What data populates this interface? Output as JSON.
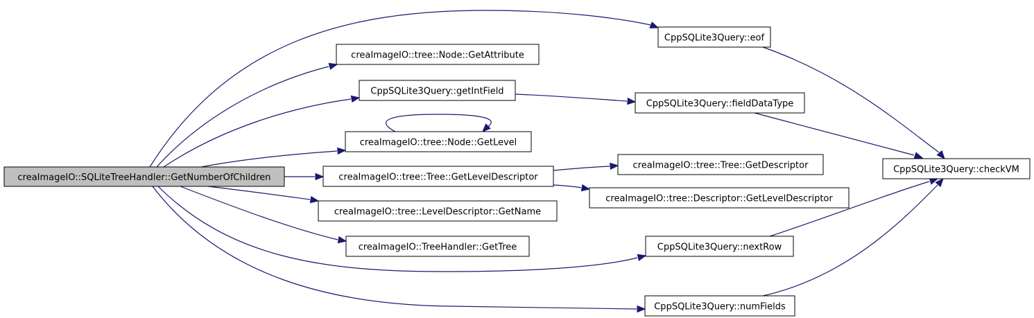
{
  "diagram": {
    "nodes": [
      {
        "id": "root",
        "label": "creaImageIO::SQLiteTreeHandler::GetNumberOfChildren",
        "highlight": true
      },
      {
        "id": "eof",
        "label": "CppSQLite3Query::eof"
      },
      {
        "id": "getAttribute",
        "label": "creaImageIO::tree::Node::GetAttribute"
      },
      {
        "id": "getIntField",
        "label": "CppSQLite3Query::getIntField"
      },
      {
        "id": "getLevel",
        "label": "creaImageIO::tree::Node::GetLevel"
      },
      {
        "id": "getLevelDescriptor",
        "label": "creaImageIO::tree::Tree::GetLevelDescriptor"
      },
      {
        "id": "getName",
        "label": "creaImageIO::tree::LevelDescriptor::GetName"
      },
      {
        "id": "getTree",
        "label": "creaImageIO::TreeHandler::GetTree"
      },
      {
        "id": "fieldDataType",
        "label": "CppSQLite3Query::fieldDataType"
      },
      {
        "id": "getDescriptor",
        "label": "creaImageIO::tree::Tree::GetDescriptor"
      },
      {
        "id": "descGetLevelDescriptor",
        "label": "creaImageIO::tree::Descriptor::GetLevelDescriptor"
      },
      {
        "id": "nextRow",
        "label": "CppSQLite3Query::nextRow"
      },
      {
        "id": "numFields",
        "label": "CppSQLite3Query::numFields"
      },
      {
        "id": "checkVM",
        "label": "CppSQLite3Query::checkVM"
      }
    ],
    "edges": [
      {
        "from": "root",
        "to": "eof"
      },
      {
        "from": "root",
        "to": "getAttribute"
      },
      {
        "from": "root",
        "to": "getIntField"
      },
      {
        "from": "root",
        "to": "getLevel"
      },
      {
        "from": "root",
        "to": "getLevelDescriptor"
      },
      {
        "from": "root",
        "to": "getName"
      },
      {
        "from": "root",
        "to": "getTree"
      },
      {
        "from": "root",
        "to": "nextRow"
      },
      {
        "from": "root",
        "to": "numFields"
      },
      {
        "from": "getLevel",
        "to": "getLevel"
      },
      {
        "from": "getIntField",
        "to": "fieldDataType"
      },
      {
        "from": "getLevelDescriptor",
        "to": "getDescriptor"
      },
      {
        "from": "getLevelDescriptor",
        "to": "descGetLevelDescriptor"
      },
      {
        "from": "eof",
        "to": "checkVM"
      },
      {
        "from": "fieldDataType",
        "to": "checkVM"
      },
      {
        "from": "nextRow",
        "to": "checkVM"
      },
      {
        "from": "numFields",
        "to": "checkVM"
      }
    ],
    "colors": {
      "edge": "#191970",
      "highlight_fill": "#bfbfbf",
      "node_fill": "#ffffff",
      "border": "#000000"
    }
  }
}
